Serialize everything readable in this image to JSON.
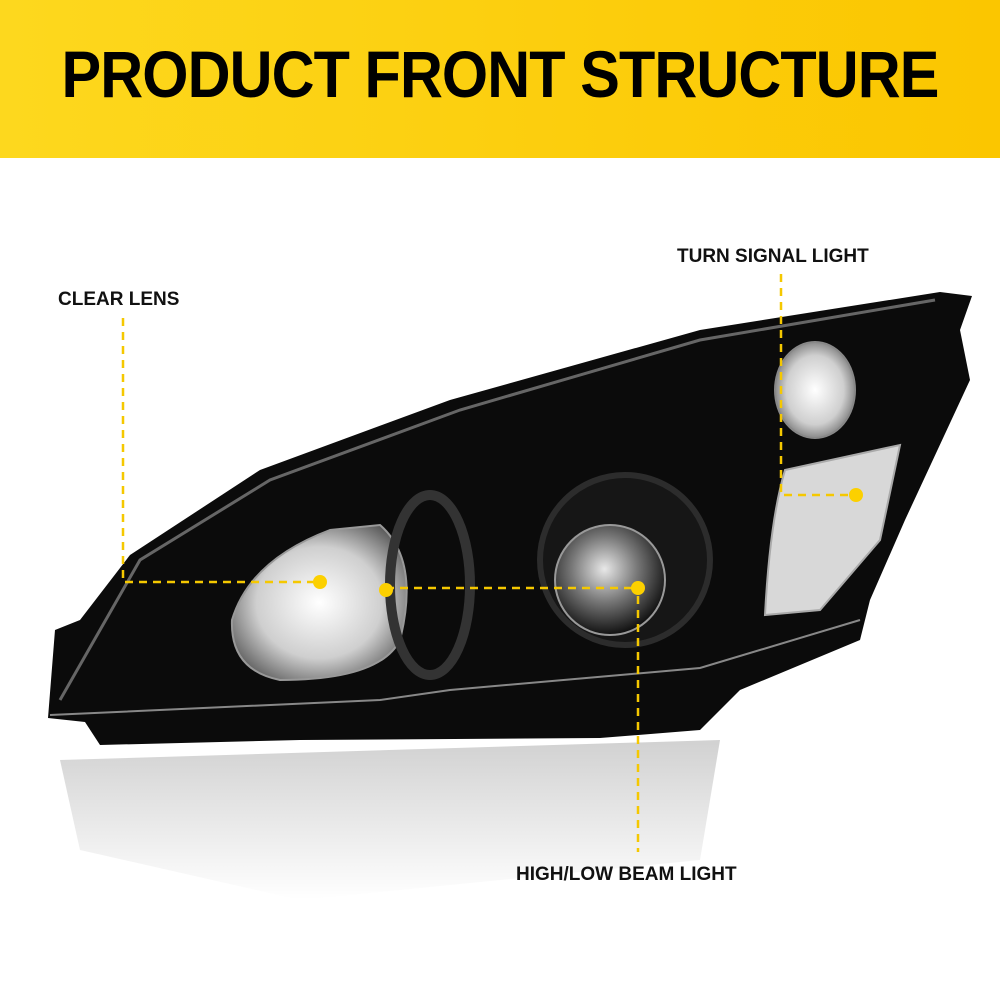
{
  "header": {
    "title": "PRODUCT FRONT STRUCTURE"
  },
  "callouts": {
    "clear_lens": "CLEAR LENS",
    "turn_signal": "TURN SIGNAL LIGHT",
    "beam": "HIGH/LOW BEAM LIGHT"
  },
  "colors": {
    "accent": "#fcd000",
    "banner_start": "#fdd81e",
    "banner_end": "#fbc600"
  }
}
